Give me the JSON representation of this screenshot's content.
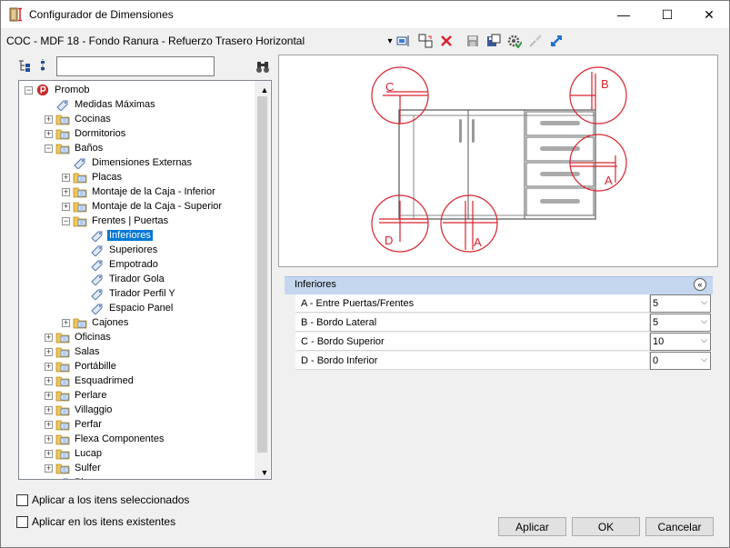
{
  "window": {
    "title": "Configurador de Dimensiones",
    "controls": {
      "minimize": "—",
      "maximize": "☐",
      "close": "✕"
    }
  },
  "toolbar": {
    "path": "COC - MDF 18 - Fondo Ranura - Refuerzo Trasero Horizontal",
    "dropdown_arrow": "▾"
  },
  "tree": {
    "root": "Promob",
    "items": [
      {
        "label": "Medidas Máximas",
        "level": 1,
        "expander": "",
        "icon": "tag-icon"
      },
      {
        "label": "Cocinas",
        "level": 1,
        "expander": "+",
        "icon": "folder-icon"
      },
      {
        "label": "Dormitorios",
        "level": 1,
        "expander": "+",
        "icon": "folder-icon"
      },
      {
        "label": "Baños",
        "level": 1,
        "expander": "−",
        "icon": "folder-icon"
      },
      {
        "label": "Dimensiones Externas",
        "level": 2,
        "expander": "",
        "icon": "tag-icon"
      },
      {
        "label": "Placas",
        "level": 2,
        "expander": "+",
        "icon": "folder-icon"
      },
      {
        "label": "Montaje de la Caja - Inferior",
        "level": 2,
        "expander": "+",
        "icon": "folder-icon"
      },
      {
        "label": "Montaje de la Caja - Superior",
        "level": 2,
        "expander": "+",
        "icon": "folder-icon"
      },
      {
        "label": "Frentes | Puertas",
        "level": 2,
        "expander": "−",
        "icon": "folder-icon"
      },
      {
        "label": "Inferiores",
        "level": 3,
        "expander": "",
        "icon": "tag-icon",
        "selected": true
      },
      {
        "label": "Superiores",
        "level": 3,
        "expander": "",
        "icon": "tag-icon"
      },
      {
        "label": "Empotrado",
        "level": 3,
        "expander": "",
        "icon": "tag-icon"
      },
      {
        "label": "Tirador Gola",
        "level": 3,
        "expander": "",
        "icon": "tag-icon"
      },
      {
        "label": "Tirador Perfil Y",
        "level": 3,
        "expander": "",
        "icon": "tag-icon"
      },
      {
        "label": "Espacio Panel",
        "level": 3,
        "expander": "",
        "icon": "tag-icon"
      },
      {
        "label": "Cajones",
        "level": 2,
        "expander": "+",
        "icon": "folder-icon"
      },
      {
        "label": "Oficinas",
        "level": 1,
        "expander": "+",
        "icon": "folder-icon"
      },
      {
        "label": "Salas",
        "level": 1,
        "expander": "+",
        "icon": "folder-icon"
      },
      {
        "label": "Portábille",
        "level": 1,
        "expander": "+",
        "icon": "folder-icon"
      },
      {
        "label": "Esquadrimed",
        "level": 1,
        "expander": "+",
        "icon": "folder-icon"
      },
      {
        "label": "Perlare",
        "level": 1,
        "expander": "+",
        "icon": "folder-icon"
      },
      {
        "label": "Villaggio",
        "level": 1,
        "expander": "+",
        "icon": "folder-icon"
      },
      {
        "label": "Perfar",
        "level": 1,
        "expander": "+",
        "icon": "folder-icon"
      },
      {
        "label": "Flexa Componentes",
        "level": 1,
        "expander": "+",
        "icon": "folder-icon"
      },
      {
        "label": "Lucap",
        "level": 1,
        "expander": "+",
        "icon": "folder-icon"
      },
      {
        "label": "Sulfer",
        "level": 1,
        "expander": "+",
        "icon": "folder-icon"
      },
      {
        "label": "Pl...",
        "level": 1,
        "expander": "",
        "icon": "tag-icon"
      }
    ]
  },
  "preview": {
    "labels": {
      "a": "A",
      "b": "B",
      "c": "C",
      "d": "D"
    }
  },
  "properties": {
    "section": "Inferiores",
    "collapse_glyph": "«",
    "rows": [
      {
        "label": "A - Entre Puertas/Frentes",
        "value": "5"
      },
      {
        "label": "B - Bordo Lateral",
        "value": "5"
      },
      {
        "label": "C - Bordo Superior",
        "value": "10"
      },
      {
        "label": "D - Bordo Inferior",
        "value": "0"
      }
    ],
    "select_arrow": "⌵"
  },
  "options": {
    "apply_selected": "Aplicar a los itens seleccionados",
    "apply_existing": "Aplicar en los itens existentes"
  },
  "buttons": {
    "apply": "Aplicar",
    "ok": "OK",
    "cancel": "Cancelar"
  },
  "colors": {
    "accent": "#0078d7",
    "marker_red": "#d9232e",
    "header_blue": "#c5d7ef"
  }
}
